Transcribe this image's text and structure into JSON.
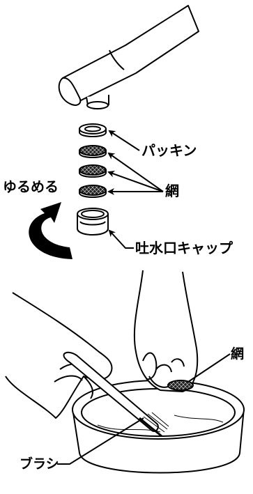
{
  "labels": {
    "packing": "パッキン",
    "net_top": "網",
    "loosen": "ゆるめる",
    "spout_cap": "吐水口キャップ",
    "net_bottom": "網",
    "brush": "ブラシ"
  },
  "colors": {
    "line": "#000000",
    "background": "#ffffff"
  }
}
